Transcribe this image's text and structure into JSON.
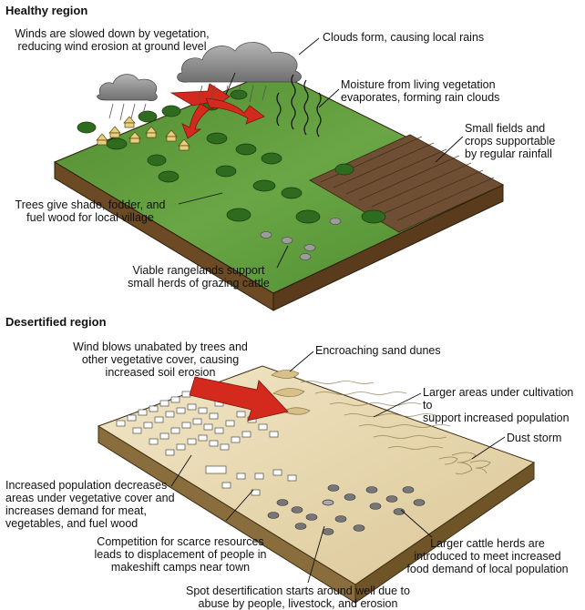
{
  "healthy": {
    "header": "Healthy region",
    "labels": {
      "wind": "Winds are slowed down by vegetation,\nreducing wind erosion at ground level",
      "clouds": "Clouds form, causing local rains",
      "moisture": "Moisture from living vegetation\nevaporates, forming rain clouds",
      "fields": "Small fields and\ncrops supportable\nby regular rainfall",
      "trees": "Trees give shade, fodder, and\nfuel wood for local village",
      "rangelands": "Viable rangelands support\nsmall herds of grazing cattle"
    }
  },
  "desertified": {
    "header": "Desertified region",
    "labels": {
      "wind": "Wind blows unabated by trees and\nother vegetative cover, causing\nincreased soil erosion",
      "dunes": "Encroaching sand dunes",
      "cultivation": "Larger areas under cultivation to\nsupport increased population",
      "dust": "Dust storm",
      "population": "Increased population decreases\nareas under vegetative cover and\nincreases demand for meat,\nvegetables, and fuel wood",
      "competition": "Competition for scarce resources\nleads to displacement of people in\nmakeshift camps near town",
      "cattle": "Larger cattle herds are\nintroduced to meet increased\nfood demand of local population",
      "spot": "Spot desertification starts around well due to\nabuse by people, livestock, and erosion"
    }
  },
  "colors": {
    "grass": "#5f9a3c",
    "grass_dark": "#3f7426",
    "soil_side": "#6b4a24",
    "field": "#6e4f33",
    "sand": "#e8d9b0",
    "sand_side": "#8a6d3c",
    "arrow": "#d42a1e",
    "cloud": "#8a8a8a"
  }
}
